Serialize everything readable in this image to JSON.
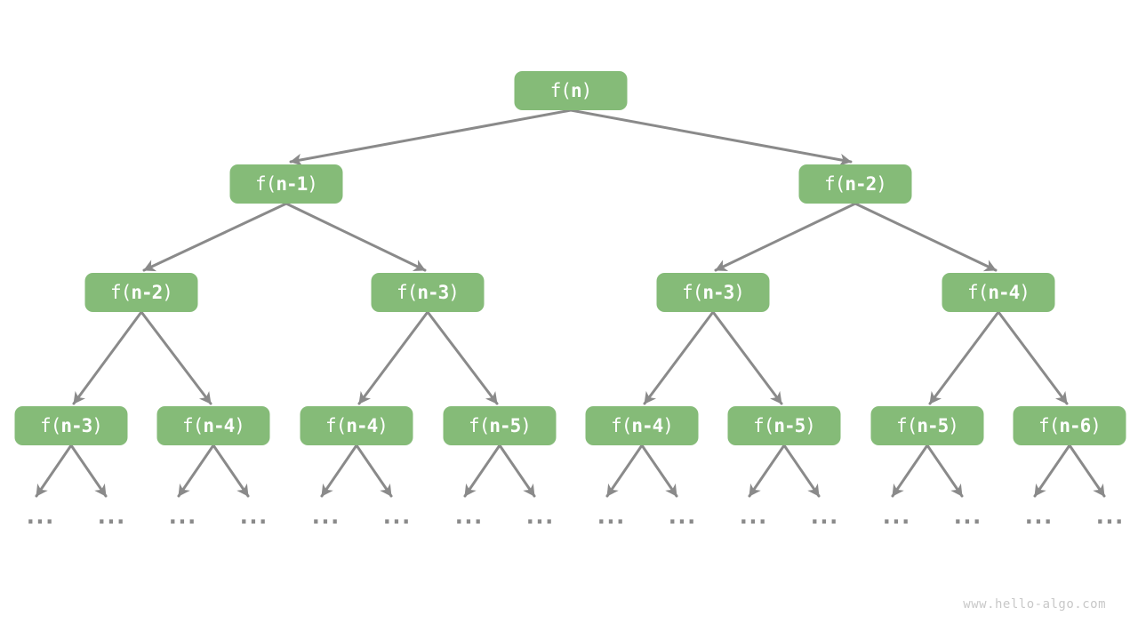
{
  "page": {
    "watermark": "www.hello-algo.com"
  },
  "colors": {
    "node_fill": "#85BB78",
    "node_text": "#FFFFFF",
    "edge": "#8A8A8A",
    "dots": "#8A8A8A",
    "watermark_text": "#C8C8C8",
    "background": "#FFFFFF"
  },
  "tree": {
    "description": "Recursion tree of f(n) = f(n-1) + f(n-2); each node expands into two subcalls, leaves elided with ellipses",
    "ellipsis": "...",
    "nodes": [
      {
        "id": "root",
        "level": 0,
        "pre": "f(",
        "arg": "n",
        "post": ")"
      },
      {
        "id": "l1-0",
        "level": 1,
        "pre": "f(",
        "arg": "n-1",
        "post": ")"
      },
      {
        "id": "l1-1",
        "level": 1,
        "pre": "f(",
        "arg": "n-2",
        "post": ")"
      },
      {
        "id": "l2-0",
        "level": 2,
        "pre": "f(",
        "arg": "n-2",
        "post": ")"
      },
      {
        "id": "l2-1",
        "level": 2,
        "pre": "f(",
        "arg": "n-3",
        "post": ")"
      },
      {
        "id": "l2-2",
        "level": 2,
        "pre": "f(",
        "arg": "n-3",
        "post": ")"
      },
      {
        "id": "l2-3",
        "level": 2,
        "pre": "f(",
        "arg": "n-4",
        "post": ")"
      },
      {
        "id": "l3-0",
        "level": 3,
        "pre": "f(",
        "arg": "n-3",
        "post": ")"
      },
      {
        "id": "l3-1",
        "level": 3,
        "pre": "f(",
        "arg": "n-4",
        "post": ")"
      },
      {
        "id": "l3-2",
        "level": 3,
        "pre": "f(",
        "arg": "n-4",
        "post": ")"
      },
      {
        "id": "l3-3",
        "level": 3,
        "pre": "f(",
        "arg": "n-5",
        "post": ")"
      },
      {
        "id": "l3-4",
        "level": 3,
        "pre": "f(",
        "arg": "n-4",
        "post": ")"
      },
      {
        "id": "l3-5",
        "level": 3,
        "pre": "f(",
        "arg": "n-5",
        "post": ")"
      },
      {
        "id": "l3-6",
        "level": 3,
        "pre": "f(",
        "arg": "n-5",
        "post": ")"
      },
      {
        "id": "l3-7",
        "level": 3,
        "pre": "f(",
        "arg": "n-6",
        "post": ")"
      }
    ]
  }
}
